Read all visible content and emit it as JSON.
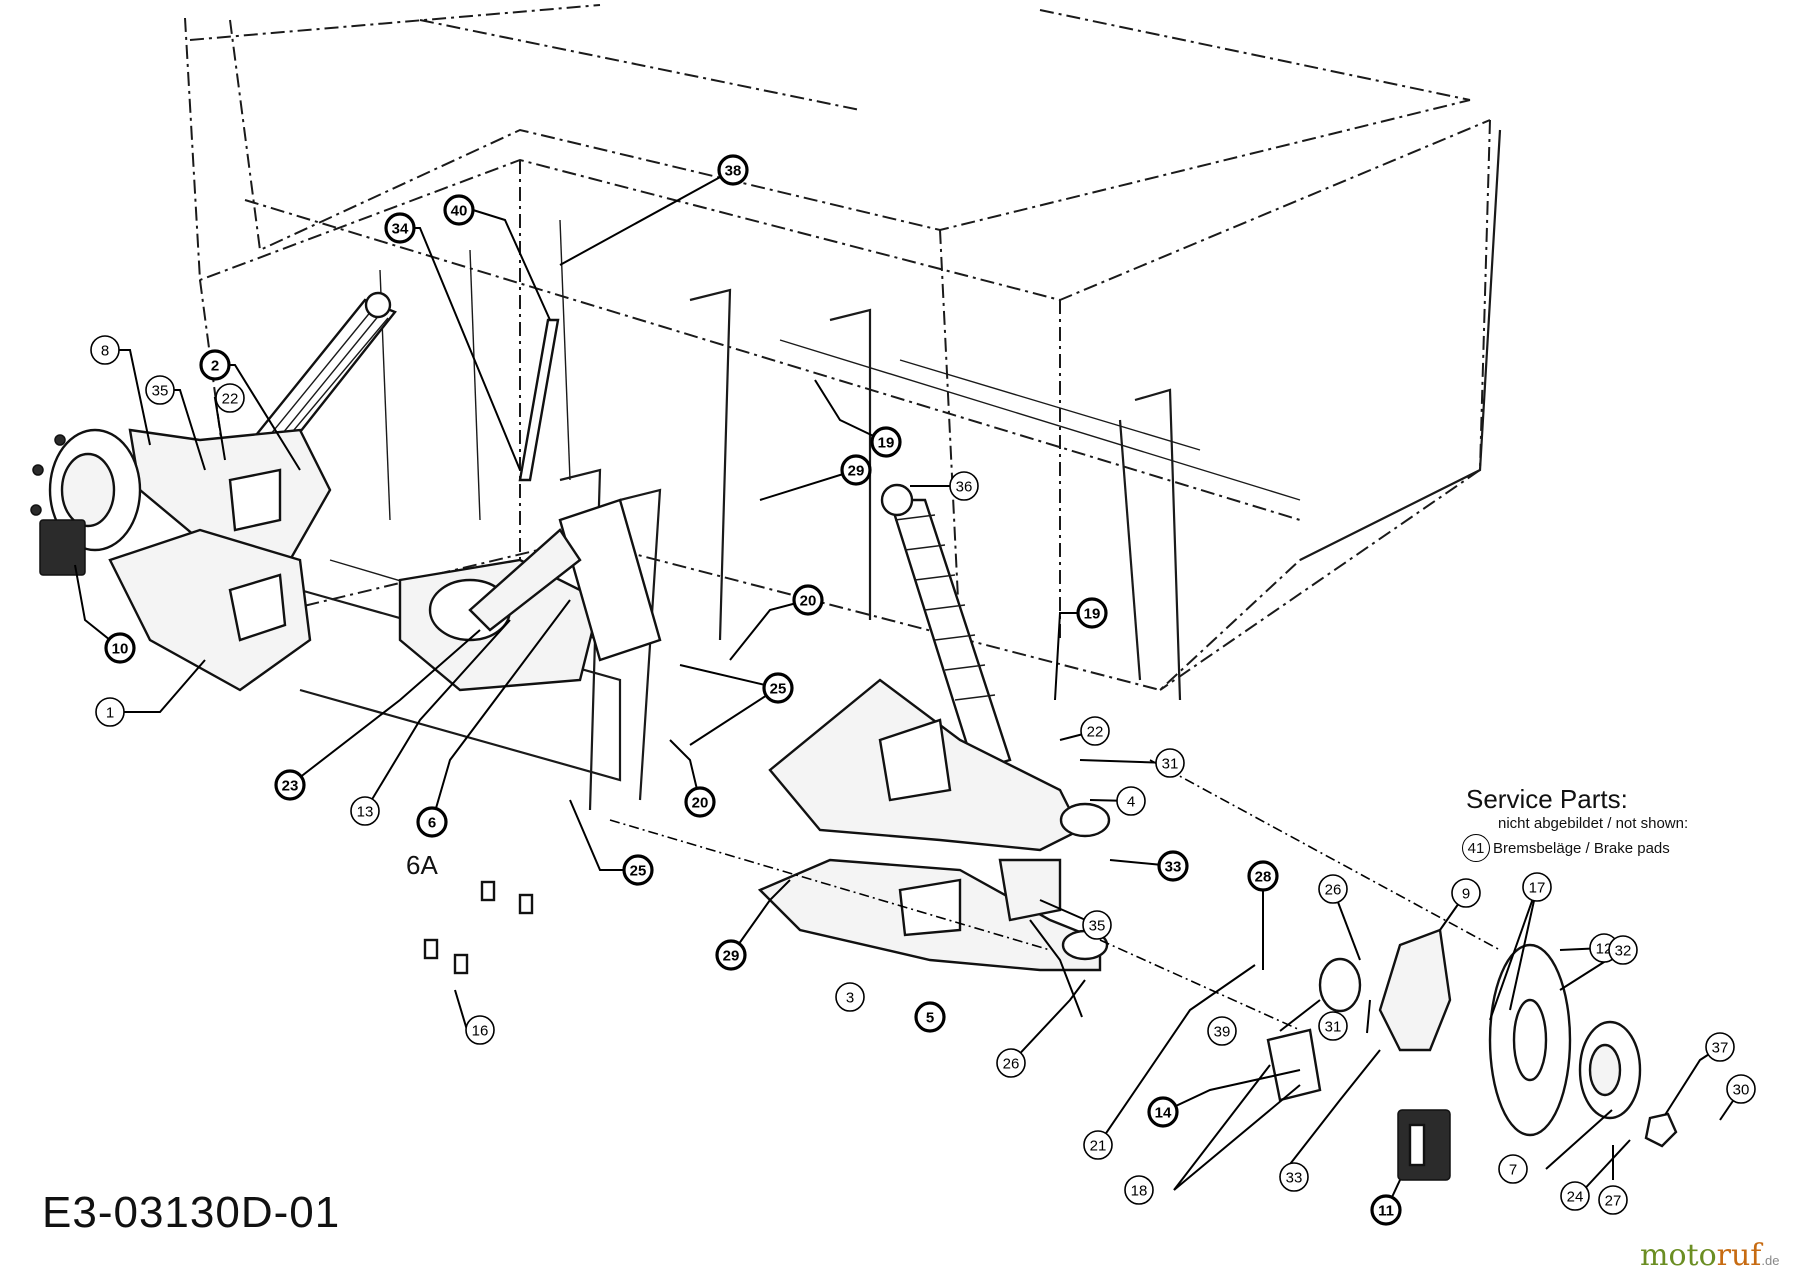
{
  "drawing_code": "E3-03130D-01",
  "subassembly_label": "6A",
  "service_parts": {
    "title": "Service Parts:",
    "note": "nicht abgebildet / not shown:",
    "item_number": "41",
    "item_text": "Bremsbeläge / Brake pads"
  },
  "watermark": {
    "part_a": "moto",
    "part_b": "ruf",
    "part_c": ".de"
  },
  "callouts": [
    {
      "label": "38",
      "bold": true
    },
    {
      "label": "40",
      "bold": true
    },
    {
      "label": "34",
      "bold": true
    },
    {
      "label": "8",
      "bold": false
    },
    {
      "label": "2",
      "bold": true
    },
    {
      "label": "35",
      "bold": false
    },
    {
      "label": "22",
      "bold": false
    },
    {
      "label": "19",
      "bold": true
    },
    {
      "label": "29",
      "bold": true
    },
    {
      "label": "36",
      "bold": false
    },
    {
      "label": "10",
      "bold": true
    },
    {
      "label": "20",
      "bold": true
    },
    {
      "label": "19",
      "bold": true
    },
    {
      "label": "1",
      "bold": false
    },
    {
      "label": "25",
      "bold": true
    },
    {
      "label": "22",
      "bold": false
    },
    {
      "label": "31",
      "bold": false
    },
    {
      "label": "20",
      "bold": true
    },
    {
      "label": "4",
      "bold": false
    },
    {
      "label": "23",
      "bold": true
    },
    {
      "label": "13",
      "bold": false
    },
    {
      "label": "6",
      "bold": true
    },
    {
      "label": "33",
      "bold": true
    },
    {
      "label": "25",
      "bold": true
    },
    {
      "label": "28",
      "bold": true
    },
    {
      "label": "26",
      "bold": false
    },
    {
      "label": "9",
      "bold": false
    },
    {
      "label": "17",
      "bold": false
    },
    {
      "label": "35",
      "bold": false
    },
    {
      "label": "29",
      "bold": true
    },
    {
      "label": "12",
      "bold": false
    },
    {
      "label": "32",
      "bold": false
    },
    {
      "label": "3",
      "bold": false
    },
    {
      "label": "5",
      "bold": true
    },
    {
      "label": "39",
      "bold": false
    },
    {
      "label": "31",
      "bold": false
    },
    {
      "label": "16",
      "bold": false
    },
    {
      "label": "26",
      "bold": false
    },
    {
      "label": "37",
      "bold": false
    },
    {
      "label": "14",
      "bold": true
    },
    {
      "label": "30",
      "bold": false
    },
    {
      "label": "21",
      "bold": false
    },
    {
      "label": "18",
      "bold": false
    },
    {
      "label": "33",
      "bold": false
    },
    {
      "label": "7",
      "bold": false
    },
    {
      "label": "24",
      "bold": false
    },
    {
      "label": "27",
      "bold": false
    },
    {
      "label": "11",
      "bold": true
    }
  ]
}
